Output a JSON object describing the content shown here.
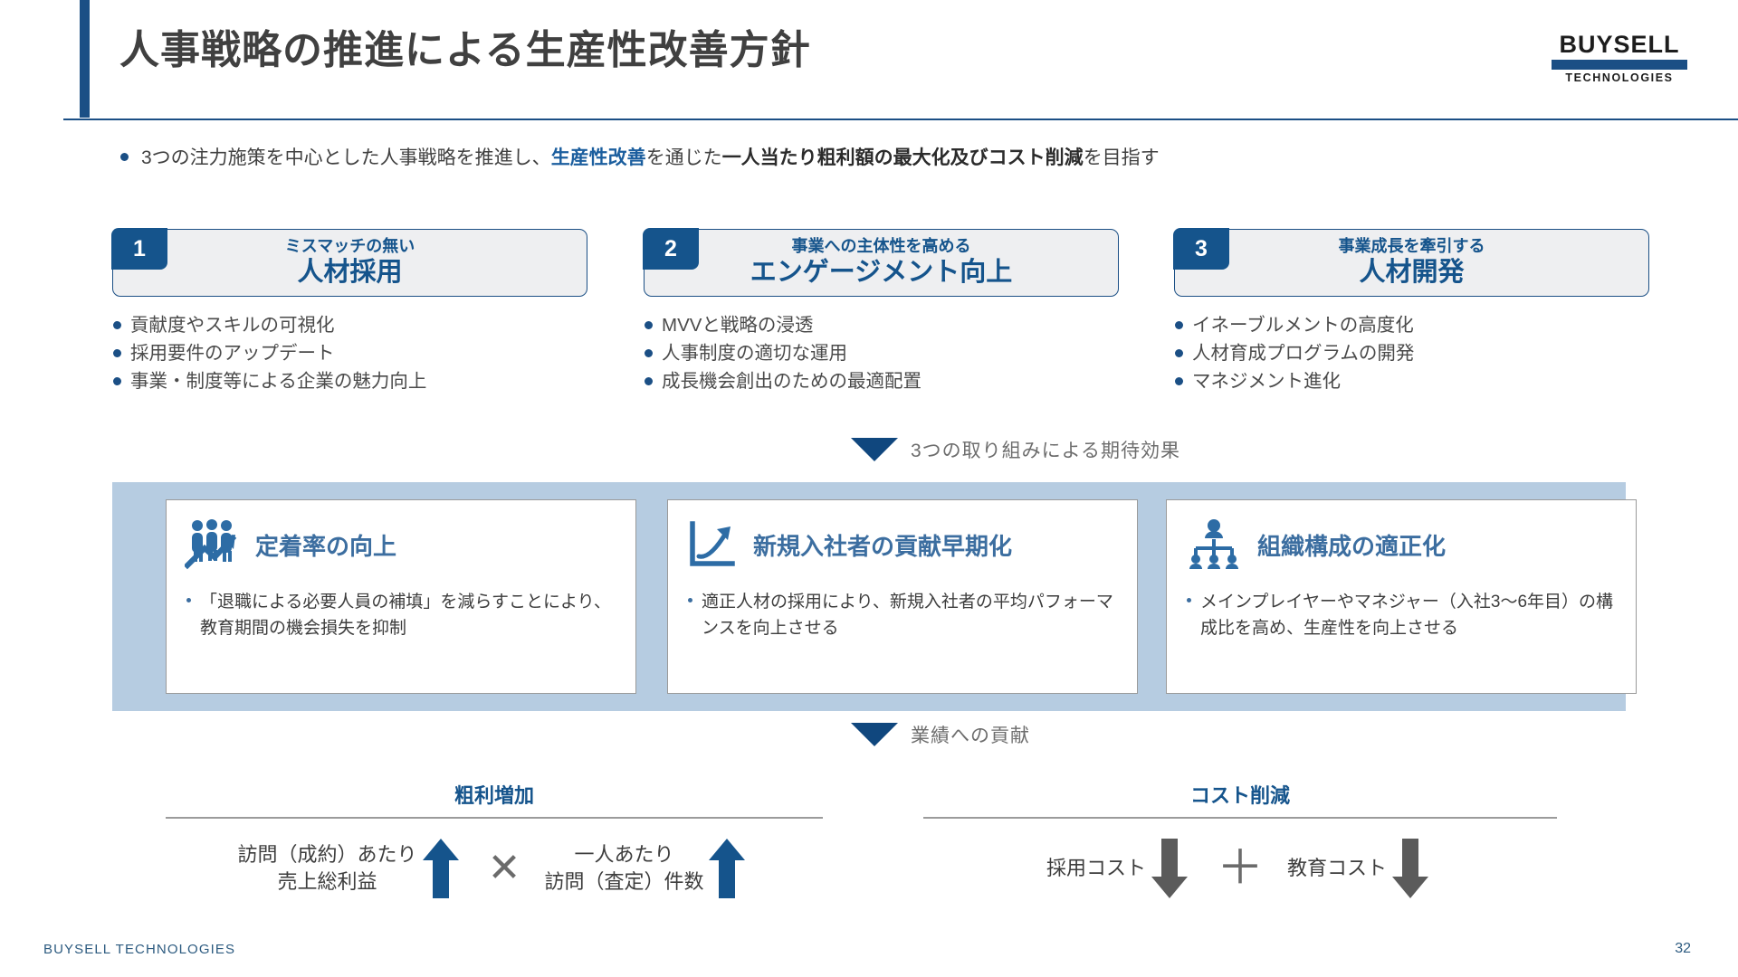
{
  "header": {
    "title": "人事戦略の推進による生産性改善方針",
    "logo_top": "BUYSELL",
    "logo_bottom": "TECHNOLOGIES"
  },
  "lead": {
    "part1": "3つの注力施策を中心とした人事戦略を推進し、",
    "highlight_blue": "生産性改善",
    "part2": "を通じた",
    "highlight_dark": "一人当たり粗利額の最大化及びコスト削減",
    "part3": "を目指す"
  },
  "strategies": [
    {
      "number": "1",
      "subtitle": "ミスマッチの無い",
      "title": "人材採用",
      "bullets": [
        "貢献度やスキルの可視化",
        "採用要件のアップデート",
        "事業・制度等による企業の魅力向上"
      ]
    },
    {
      "number": "2",
      "subtitle": "事業への主体性を高める",
      "title": "エンゲージメント向上",
      "bullets": [
        "MVVと戦略の浸透",
        "人事制度の適切な運用",
        "成長機会創出のための最適配置"
      ]
    },
    {
      "number": "3",
      "subtitle": "事業成長を牽引する",
      "title": "人材開発",
      "bullets": [
        "イネーブルメントの高度化",
        "人材育成プログラムの開発",
        "マネジメント進化"
      ]
    }
  ],
  "connector1": "3つの取り組みによる期待効果",
  "connector2": "業績への貢献",
  "effects": [
    {
      "icon": "people-growth-arrow-icon",
      "title": "定着率の向上",
      "body": "「退職による必要人員の補填」を減らすことにより、教育期間の機会損失を抑制"
    },
    {
      "icon": "chart-rising-arrow-icon",
      "title": "新規入社者の貢献早期化",
      "body": "適正人材の採用により、新規入社者の平均パフォーマンスを向上させる"
    },
    {
      "icon": "org-chart-icon",
      "title": "組織構成の適正化",
      "body": "メインプレイヤーやマネジャー（入社3〜6年目）の構成比を高め、生産性を向上させる"
    }
  ],
  "kpi": {
    "left": {
      "title": "粗利増加",
      "term1_line1": "訪問（成約）あたり",
      "term1_line2": "売上総利益",
      "operator": "✕",
      "term2_line1": "一人あたり",
      "term2_line2": "訪問（査定）件数",
      "arrow1": "up-arrow-icon",
      "arrow2": "up-arrow-icon"
    },
    "right": {
      "title": "コスト削減",
      "term1": "採用コスト",
      "operator": "＋",
      "term2": "教育コスト",
      "arrow1": "down-arrow-icon",
      "arrow2": "down-arrow-icon"
    }
  },
  "footer": {
    "company": "BUYSELL TECHNOLOGIES",
    "page": "32"
  },
  "colors": {
    "brand_blue": "#15548c",
    "accent_blue": "#1b4f85",
    "band": "#b6cce1",
    "box_fill": "#eeeff1"
  }
}
